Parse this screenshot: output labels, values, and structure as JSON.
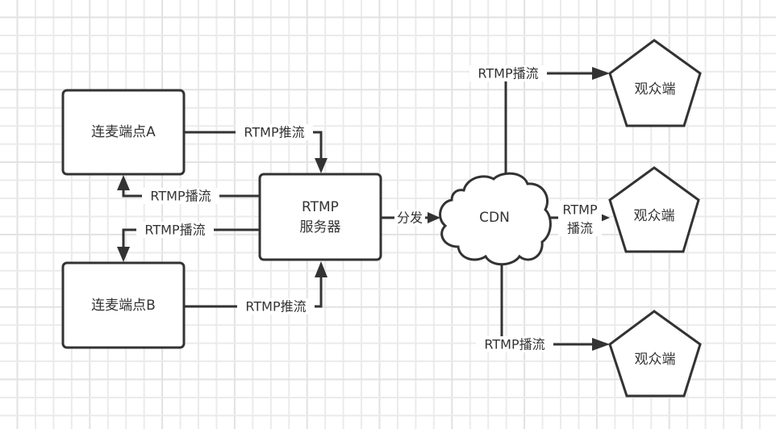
{
  "diagram": {
    "nodes": {
      "endpoint_a": {
        "label": "连麦端点A",
        "shape": "rounded-rectangle"
      },
      "endpoint_b": {
        "label": "连麦端点B",
        "shape": "rounded-rectangle"
      },
      "rtmp_server": {
        "label_line1": "RTMP",
        "label_line2": "服务器",
        "shape": "rounded-rectangle"
      },
      "cdn": {
        "label": "CDN",
        "shape": "cloud"
      },
      "viewer_1": {
        "label": "观众端",
        "shape": "pentagon"
      },
      "viewer_2": {
        "label": "观众端",
        "shape": "pentagon"
      },
      "viewer_3": {
        "label": "观众端",
        "shape": "pentagon"
      }
    },
    "edges": {
      "a_to_server": {
        "from": "endpoint_a",
        "to": "rtmp_server",
        "label": "RTMP推流"
      },
      "server_to_a": {
        "from": "rtmp_server",
        "to": "endpoint_a",
        "label": "RTMP播流"
      },
      "server_to_b": {
        "from": "rtmp_server",
        "to": "endpoint_b",
        "label": "RTMP播流"
      },
      "b_to_server": {
        "from": "endpoint_b",
        "to": "rtmp_server",
        "label": "RTMP推流"
      },
      "server_to_cdn": {
        "from": "rtmp_server",
        "to": "cdn",
        "label": "分发"
      },
      "cdn_to_viewer_1": {
        "from": "cdn",
        "to": "viewer_1",
        "label": "RTMP播流"
      },
      "cdn_to_viewer_2": {
        "from": "cdn",
        "to": "viewer_2",
        "label_line1": "RTMP",
        "label_line2": "播流"
      },
      "cdn_to_viewer_3": {
        "from": "cdn",
        "to": "viewer_3",
        "label": "RTMP播流"
      }
    },
    "colors": {
      "stroke": "#333333",
      "text": "#333333",
      "grid": "#ebebeb",
      "background": "#ffffff"
    }
  }
}
